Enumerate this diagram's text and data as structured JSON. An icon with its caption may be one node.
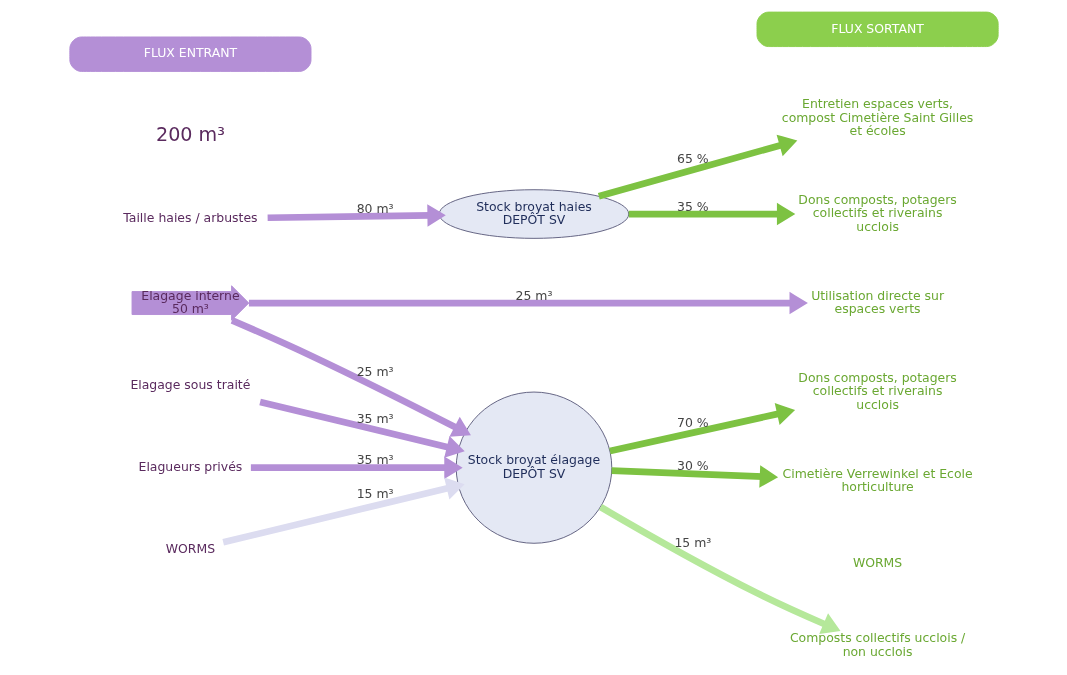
{
  "diagram": {
    "nodes": [
      {
        "text": [
          "FLUX ENTRANT"
        ]
      },
      {
        "text": [
          "FLUX SORTANT"
        ]
      },
      {
        "text": [
          "Taille haies / arbustes"
        ]
      },
      {
        "text": [
          "Elagage interne",
          "50 m³"
        ]
      },
      {
        "text": [
          "Elagage sous traité"
        ]
      },
      {
        "text": [
          "Elagueurs privés"
        ]
      },
      {
        "text": [
          "WORMS"
        ]
      },
      {
        "text": [
          "Stock broyat haies",
          "DEPÔT SV"
        ]
      },
      {
        "text": [
          "Stock broyat élagage",
          "DEPÔT SV"
        ]
      },
      {
        "text": [
          "Entretien espaces verts, compost Cimetière Saint Gilles et écoles"
        ]
      },
      {
        "text": [
          "Dons composts, potagers collectifs et riverains ucclois"
        ]
      },
      {
        "text": [
          "Utilisation directe sur espaces verts"
        ]
      },
      {
        "text": [
          "Dons composts, potagers collectifs et riverains ucclois"
        ]
      },
      {
        "text": [
          "Cimetière Verrewinkel et Ecole horticulture"
        ]
      },
      {
        "text": [
          "Composts collectifs ucclois / non ucclois"
        ]
      }
    ],
    "edges": [
      {
        "from": 2,
        "to": 7,
        "arrow": "to",
        "label": "80 m³"
      },
      {
        "from": 3,
        "to": 11,
        "arrow": "to",
        "label": "25 m³"
      },
      {
        "from": 3,
        "to": 8,
        "arrow": "to",
        "label": "25 m³"
      },
      {
        "from": 4,
        "to": 8,
        "arrow": "to",
        "label": "35 m³"
      },
      {
        "from": 5,
        "to": 8,
        "arrow": "to",
        "label": "35 m³"
      },
      {
        "from": 6,
        "to": 8,
        "arrow": "to",
        "label": "15 m³",
        "color": "#dcdcf0"
      },
      {
        "from": 7,
        "to": 9,
        "arrow": "to",
        "label": "65 %",
        "color": "#7dc242"
      },
      {
        "from": 7,
        "to": 10,
        "arrow": "to",
        "label": "35 %",
        "color": "#7dc242"
      },
      {
        "from": 8,
        "to": 12,
        "arrow": "to",
        "label": "70 %",
        "color": "#7dc242"
      },
      {
        "from": 8,
        "to": 13,
        "arrow": "to",
        "label": "30 %",
        "color": "#7dc242"
      },
      {
        "from": 8,
        "to": 14,
        "arrow": "to",
        "label": "15 m³",
        "color": "#b5e89a"
      }
    ],
    "labels": [
      "200 m³",
      "WORMS"
    ]
  }
}
